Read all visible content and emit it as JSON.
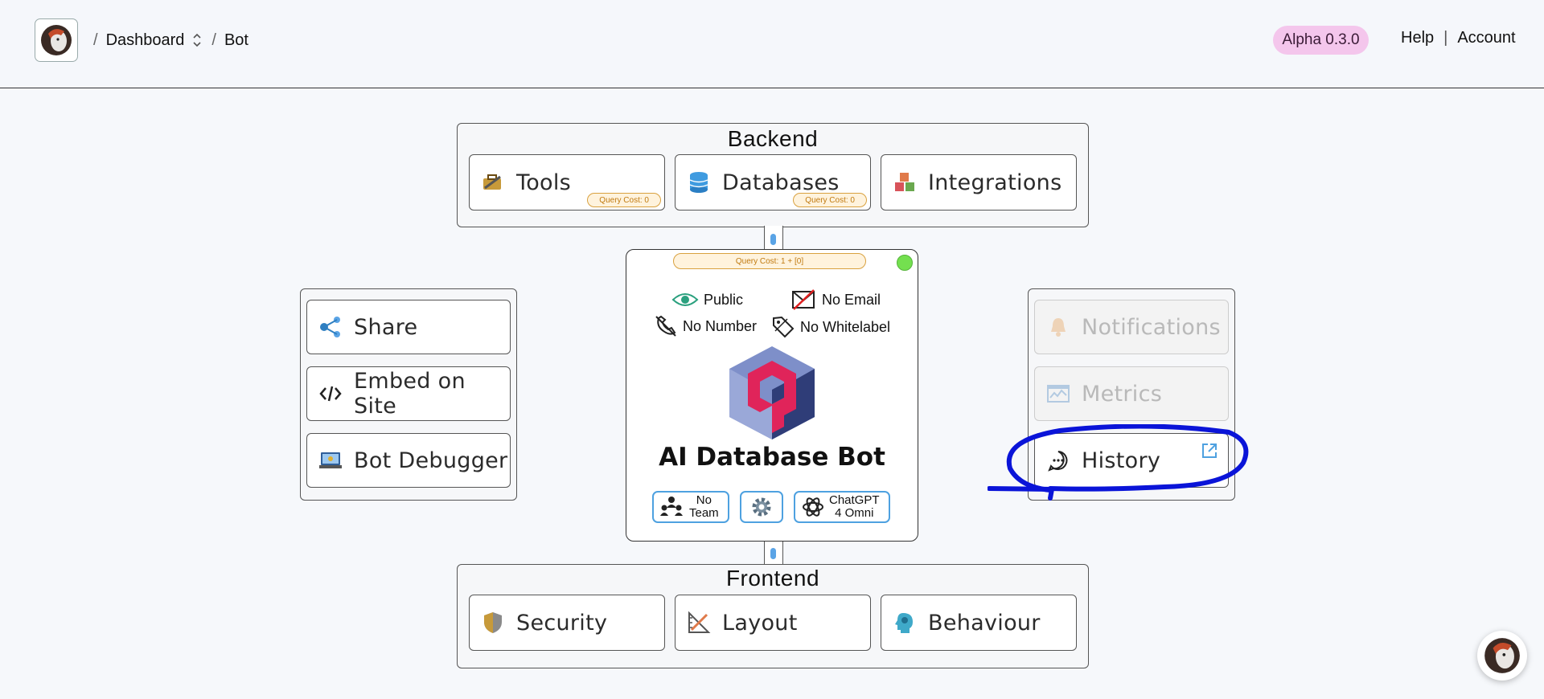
{
  "header": {
    "breadcrumbs": [
      "Dashboard",
      "Bot"
    ],
    "version_badge": "Alpha 0.3.0",
    "links": {
      "help": "Help",
      "account": "Account"
    }
  },
  "backend": {
    "title": "Backend",
    "items": [
      {
        "label": "Tools",
        "query_cost": "Query Cost: 0",
        "icon": "tools-icon"
      },
      {
        "label": "Databases",
        "query_cost": "Query Cost: 0",
        "icon": "database-icon"
      },
      {
        "label": "Integrations",
        "icon": "integrations-icon"
      }
    ]
  },
  "frontend": {
    "title": "Frontend",
    "items": [
      {
        "label": "Security",
        "icon": "shield-icon"
      },
      {
        "label": "Layout",
        "icon": "layout-icon"
      },
      {
        "label": "Behaviour",
        "icon": "brain-icon"
      }
    ]
  },
  "left_panel": {
    "items": [
      {
        "label": "Share",
        "icon": "share-icon"
      },
      {
        "label": "Embed on Site",
        "icon": "code-icon"
      },
      {
        "label": "Bot Debugger",
        "icon": "debugger-icon"
      }
    ]
  },
  "right_panel": {
    "items": [
      {
        "label": "Notifications",
        "icon": "bell-icon",
        "disabled": true
      },
      {
        "label": "Metrics",
        "icon": "metrics-icon",
        "disabled": true
      },
      {
        "label": "History",
        "icon": "chat-icon",
        "disabled": false
      }
    ]
  },
  "bot": {
    "query_cost": "Query Cost: 1 + [0]",
    "features": {
      "visibility": "Public",
      "email": "No Email",
      "number": "No Number",
      "whitelabel": "No Whitelabel"
    },
    "name": "AI Database Bot",
    "team_line1": "No",
    "team_line2": "Team",
    "model_line1": "ChatGPT",
    "model_line2": "4 Omni"
  },
  "colors": {
    "badge_bg": "#f4c6ec",
    "status_online": "#74e04f",
    "chip_border": "#4ea1e0",
    "annotation": "#0a14d8"
  }
}
